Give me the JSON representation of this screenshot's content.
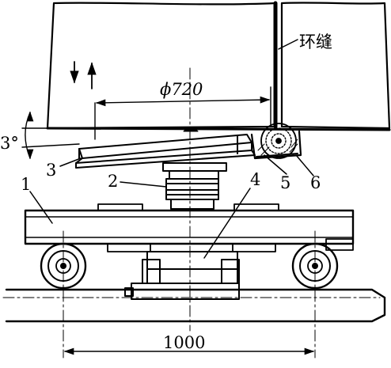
{
  "diagram": {
    "labels": {
      "ring_seam": "环缝",
      "dimension_diameter": "ϕ720",
      "angle": "3°",
      "dimension_wheelbase": "1000",
      "part_1": "1",
      "part_2": "2",
      "part_3": "3",
      "part_4": "4",
      "part_5": "5",
      "part_6": "6"
    },
    "colors": {
      "line": "#000000",
      "background": "#ffffff"
    }
  }
}
